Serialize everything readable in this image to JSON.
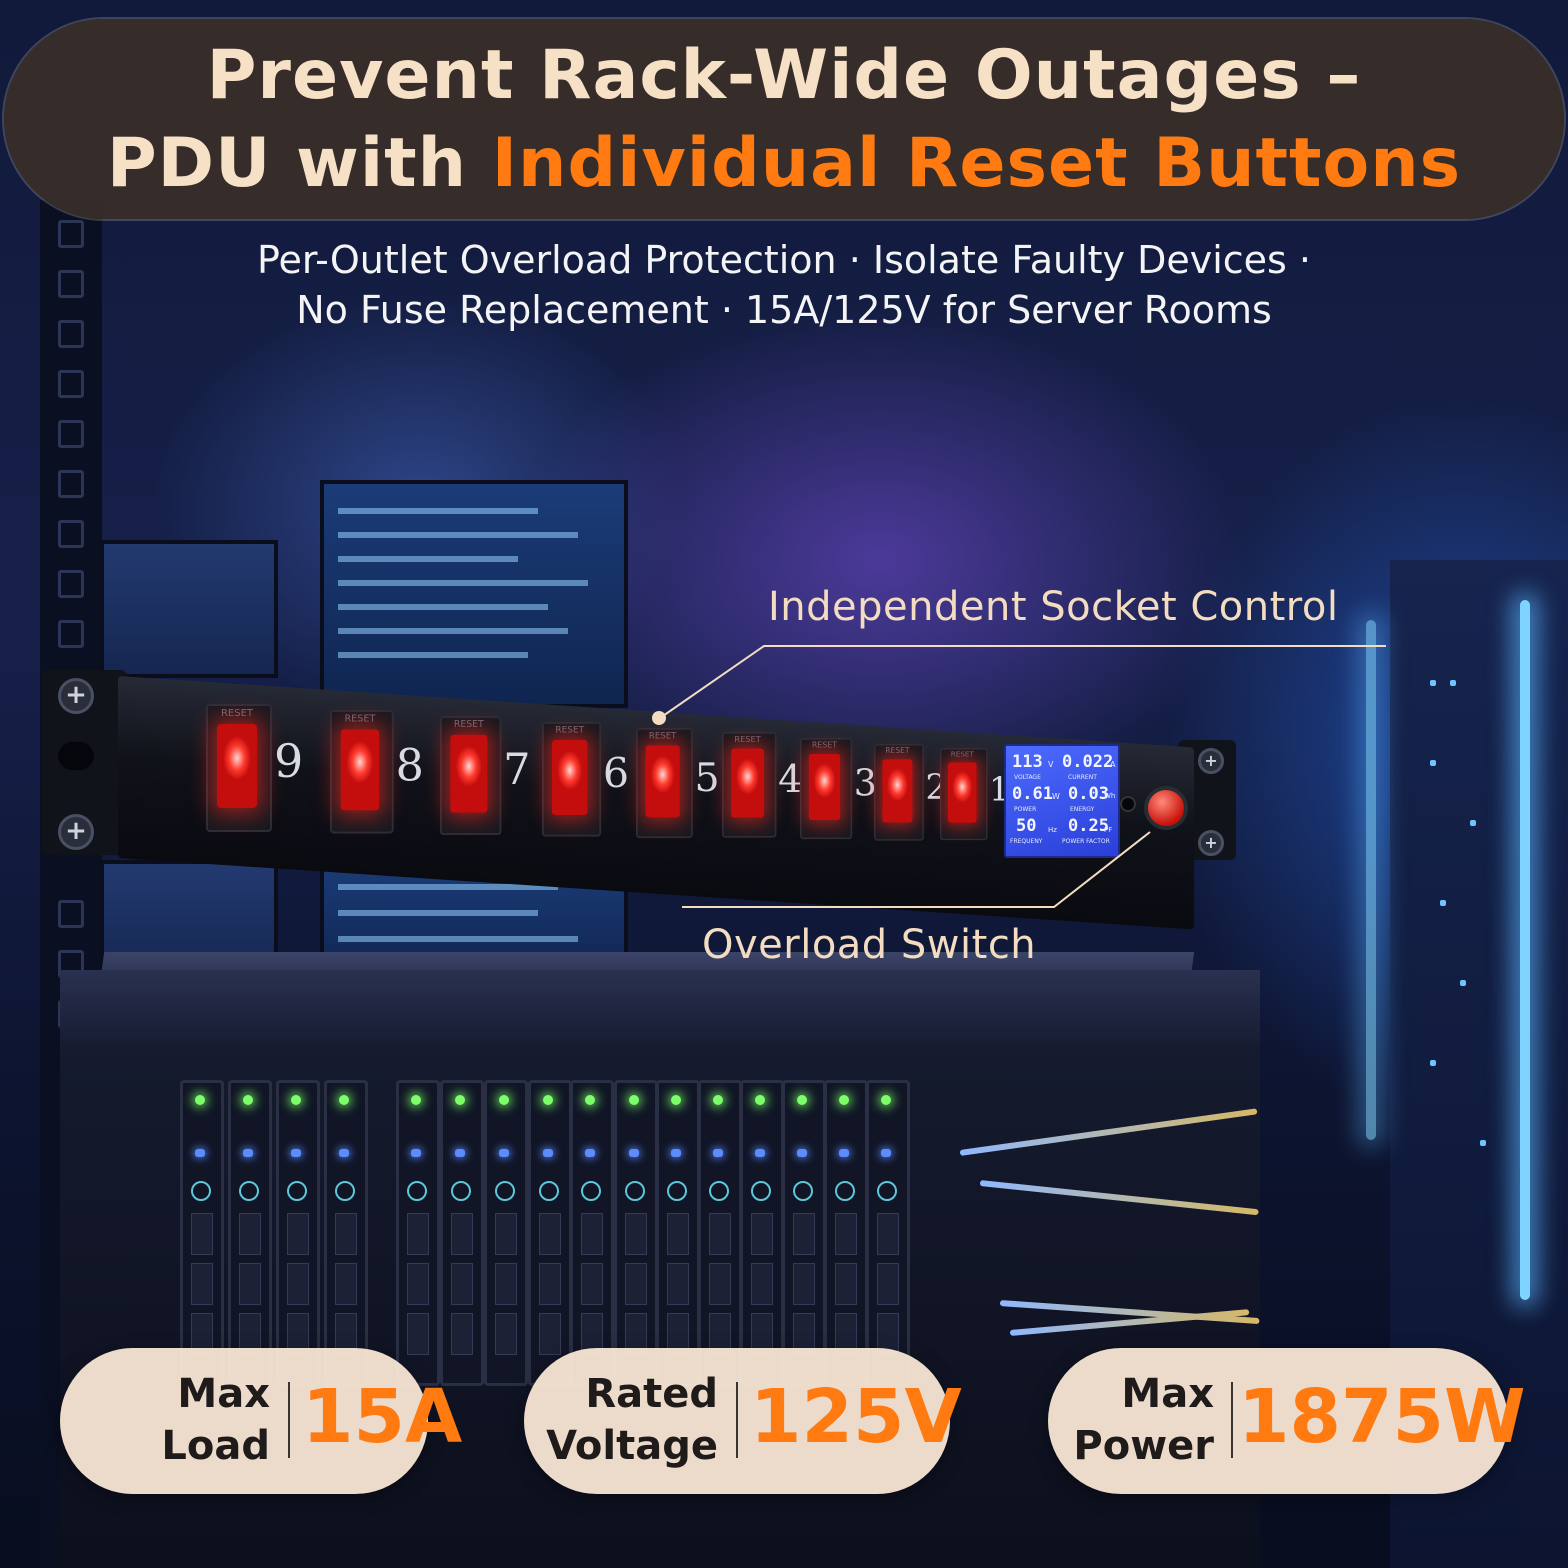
{
  "header": {
    "title_line1": "Prevent Rack-Wide Outages –",
    "title_line2_prefix": "PDU with ",
    "title_line2_accent": "Individual Reset Buttons",
    "subtitle_line1": "Per-Outlet Overload Protection · Isolate Faulty Devices ·",
    "subtitle_line2": "No Fuse Replacement · 15A/125V for Server Rooms"
  },
  "pdu": {
    "reset_label": "RESET",
    "outlets": [
      "9",
      "8",
      "7",
      "6",
      "5",
      "4",
      "3",
      "2",
      "1"
    ],
    "lcd": {
      "voltage_value": "113",
      "voltage_unit": "V",
      "voltage_label": "VOLTAGE",
      "current_value": "0.022",
      "current_unit": "A",
      "current_label": "CURRENT",
      "power_value": "0.61",
      "power_unit": "W",
      "power_label": "POWER",
      "energy_value": "0.03",
      "energy_unit": "Wh",
      "energy_label": "ENERGY",
      "frequency_value": "50",
      "frequency_unit": "Hz",
      "frequency_label": "FREQUENY",
      "pf_value": "0.25",
      "pf_unit": "PF",
      "pf_label": "POWER FACTOR"
    }
  },
  "callouts": {
    "socket_control": "Independent Socket Control",
    "overload_switch": "Overload Switch"
  },
  "specs": [
    {
      "label_line1": "Max",
      "label_line2": "Load",
      "value": "15A"
    },
    {
      "label_line1": "Rated",
      "label_line2": "Voltage",
      "value": "125V"
    },
    {
      "label_line1": "Max",
      "label_line2": "Power",
      "value": "1875W"
    }
  ],
  "colors": {
    "accent": "#ff7a10",
    "title_text": "#f6e1c6",
    "rocker_red": "#ff3a2e",
    "lcd_blue": "#3b55f0"
  }
}
